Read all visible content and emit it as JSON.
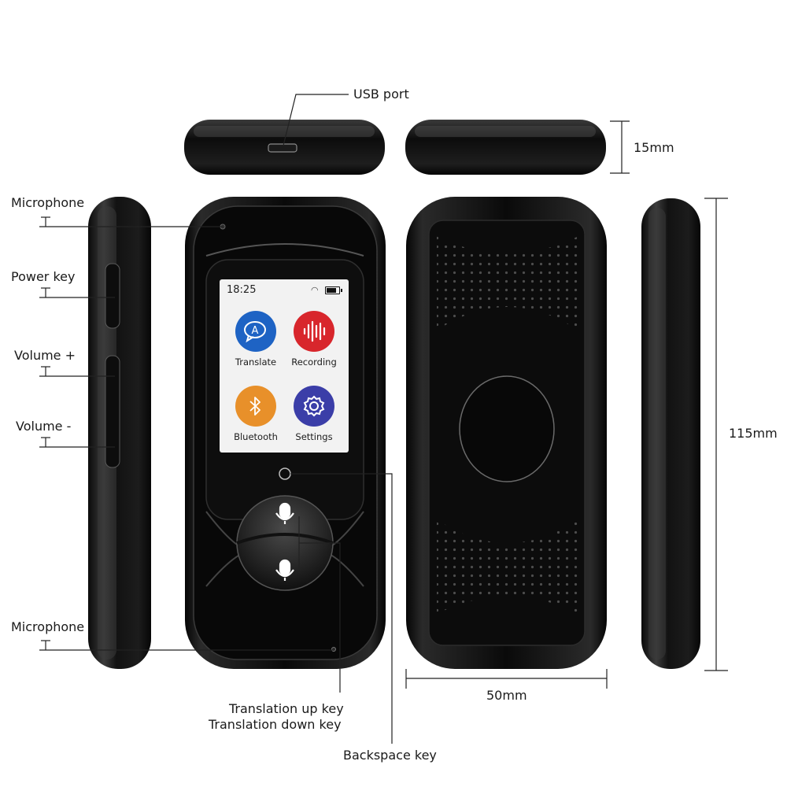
{
  "screen": {
    "time": "18:25",
    "apps": [
      {
        "label": "Translate",
        "color": "#1e63c4",
        "icon": "translate-bubble-icon"
      },
      {
        "label": "Recording",
        "color": "#d8262c",
        "icon": "sound-wave-icon"
      },
      {
        "label": "Bluetooth",
        "color": "#e8902a",
        "icon": "bluetooth-icon"
      },
      {
        "label": "Settings",
        "color": "#3b3ea8",
        "icon": "gear-icon"
      }
    ]
  },
  "callouts": {
    "usb_port": "USB port",
    "microphone_top": "Microphone",
    "power_key": "Power key",
    "volume_up": "Volume +",
    "volume_down": "Volume -",
    "microphone_bottom": "Microphone",
    "translation_up": "Translation up key",
    "translation_down": "Translation down key",
    "backspace": "Backspace key"
  },
  "dimensions": {
    "thickness": "15mm",
    "height": "115mm",
    "width": "50mm"
  }
}
